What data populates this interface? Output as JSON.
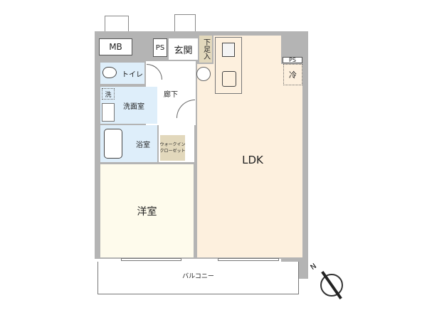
{
  "rooms": {
    "mb": "MB",
    "ps1": "PS",
    "genkan": "玄関",
    "geta": "下足入",
    "ps2": "PS",
    "fridge": "冷",
    "toilet": "トイレ",
    "corridor": "廊下",
    "sentaku": "洗",
    "washroom": "洗面室",
    "bath": "浴室",
    "wic": "ウォークイン\nクローゼット",
    "ldk": "LDK",
    "western": "洋室",
    "balcony": "バルコニー"
  },
  "compass": {
    "label": "N"
  },
  "colors": {
    "wall": "#b4b4b4",
    "wet": "#deeefa",
    "ldk": "#fdf0de",
    "western": "#fefbec",
    "storage": "#e2d8bc"
  }
}
